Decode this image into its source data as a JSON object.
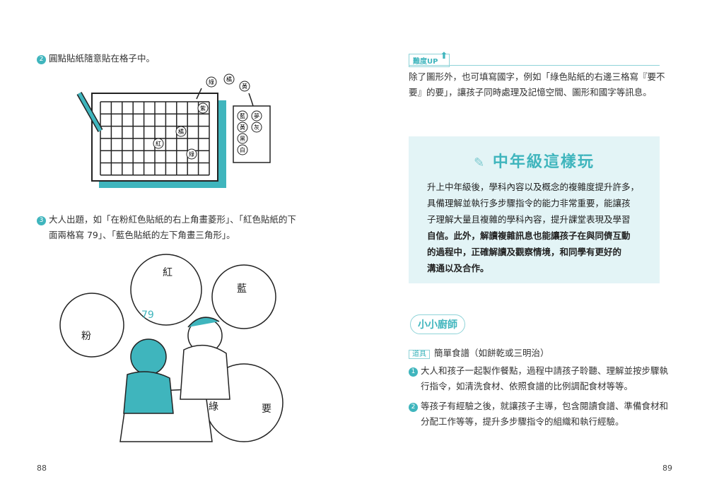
{
  "left_page": {
    "step2": {
      "num": "2",
      "text": "圓點貼紙隨意貼在格子中。"
    },
    "illustration1": {
      "floating_stickers": [
        "綠",
        "橘",
        "黃"
      ],
      "grid_stickers": [
        "紫",
        "橘",
        "紅",
        "綠"
      ],
      "sheet_stickers": [
        "藍",
        "夢",
        "黃",
        "灰",
        "黑",
        "白"
      ]
    },
    "step3": {
      "num": "3",
      "line1": "大人出題，如「在粉紅色貼紙的右上角畫菱形」、「紅色貼紙的下",
      "line2": "面兩格寫 79」、「藍色貼紙的左下角畫三角形」。"
    },
    "illustration2": {
      "bubble_labels": [
        "粉",
        "紅",
        "79",
        "藍",
        "綠",
        "要"
      ]
    },
    "page_number": "88"
  },
  "right_page": {
    "difficulty_tag": "難度UP",
    "difficulty_text_line1": "除了圖形外，也可填寫國字，例如「綠色貼紙的右邊三格寫『要不",
    "difficulty_text_line2": "要』的要」，讓孩子同時處理及記憶空間、圖形和國字等訊息。",
    "box": {
      "title": "中年級這樣玩",
      "lines": [
        "升上中年級後，學科內容以及概念的複雜度提升許多，",
        "具備理解並執行多步驟指令的能力非常重要，能讓孩",
        "子理解大量且複雜的學科內容，提升課堂表現及學習",
        "自信。此外，解讀複雜訊息也能讓孩子在與同儕互動",
        "的過程中，正確解讀及觀察情境，和同學有更好的",
        "溝通以及合作。"
      ]
    },
    "activity_title": "小小廚師",
    "tools_label": "道具",
    "tools_text": "簡單食譜（如餅乾或三明治）",
    "steps": [
      {
        "num": "1",
        "line1": "大人和孩子一起製作餐點，過程中請孩子聆聽、理解並按步驟執",
        "line2": "行指令，如清洗食材、依照食譜的比例調配食材等等。"
      },
      {
        "num": "2",
        "line1": "等孩子有經驗之後，就讓孩子主導，包含閱讀食譜、準備食材和",
        "line2": "分配工作等等，提升多步驟指令的組織和執行經驗。"
      }
    ],
    "page_number": "89"
  },
  "colors": {
    "accent": "#3fb5bd",
    "box_bg": "#e3f4f6",
    "text": "#333333"
  }
}
